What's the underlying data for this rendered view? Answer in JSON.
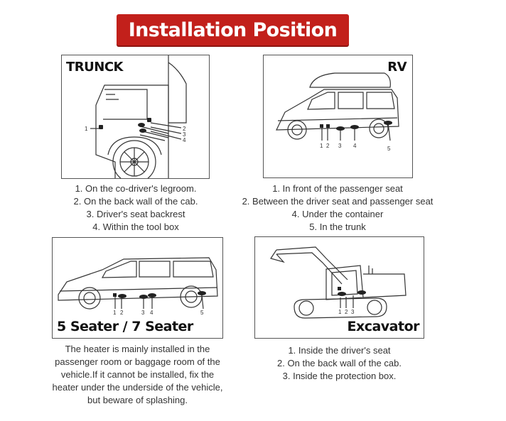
{
  "title": "Installation Position",
  "panels": {
    "truck": {
      "label": "TRUNCK",
      "markers": [
        "1",
        "2",
        "3",
        "4"
      ],
      "items": [
        "1. On the co-driver's legroom.",
        "2. On the back wall of the cab.",
        "3. Driver's seat backrest",
        "4. Within the tool box"
      ]
    },
    "rv": {
      "label": "RV",
      "markers": [
        "1",
        "2",
        "3",
        "4",
        "5"
      ],
      "items": [
        "1. In front of the passenger seat",
        "2. Between the driver seat and passenger seat",
        "4. Under the container",
        "5. In the trunk"
      ]
    },
    "seater": {
      "label": "5 Seater / 7 Seater",
      "markers": [
        "1",
        "2",
        "3",
        "4",
        "5"
      ],
      "description": "The heater is mainly installed in the passenger room or baggage room of the vehicle.If it cannot be installed, fix the heater under the underside of the vehicle, but beware of splashing."
    },
    "excavator": {
      "label": "Excavator",
      "markers": [
        "1",
        "2",
        "3"
      ],
      "items": [
        "1. Inside the driver's seat",
        "2. On the back wall of the cab.",
        "3. Inside the protection box."
      ]
    }
  }
}
